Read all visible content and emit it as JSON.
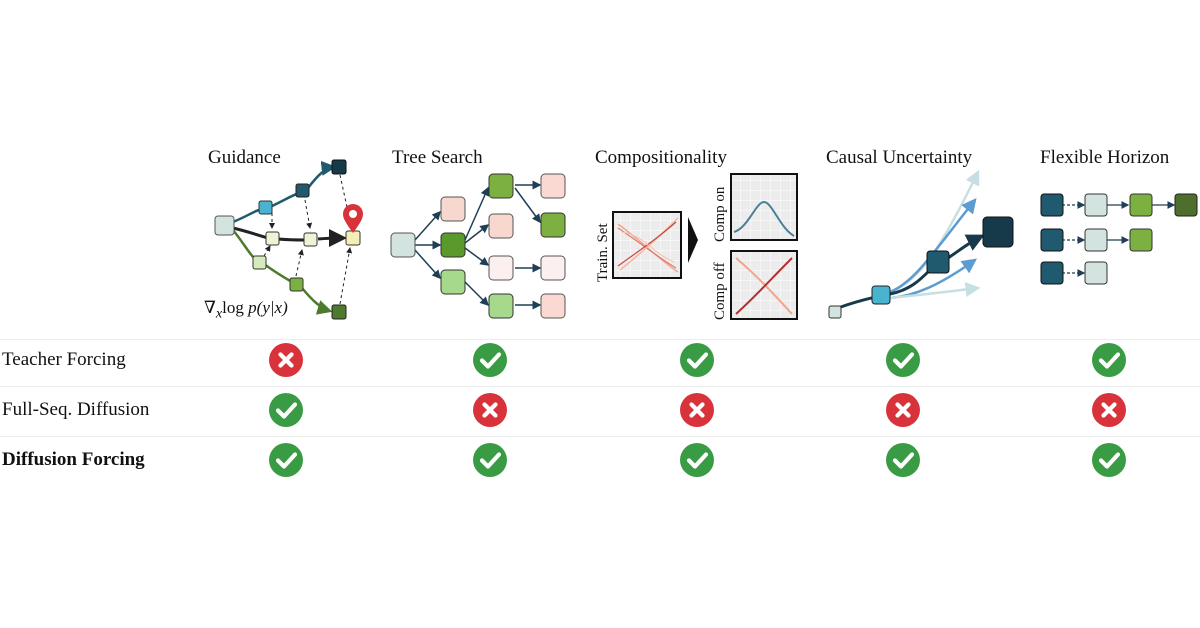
{
  "columns": [
    {
      "title": "Guidance"
    },
    {
      "title": "Tree Search"
    },
    {
      "title": "Compositionality"
    },
    {
      "title": "Causal Uncertainty"
    },
    {
      "title": "Flexible Horizon"
    }
  ],
  "guidance_formula": {
    "nabla": "∇",
    "sub": "x",
    "log": "log",
    "rest": " p(y|x)"
  },
  "compositionality_labels": {
    "train_set": "Train. Set",
    "comp_on": "Comp on",
    "comp_off": "Comp off"
  },
  "rows": [
    {
      "label": "Teacher Forcing",
      "bold": false,
      "marks": [
        false,
        true,
        true,
        true,
        true
      ]
    },
    {
      "label": "Full-Seq. Diffusion",
      "bold": false,
      "marks": [
        true,
        false,
        false,
        false,
        false
      ]
    },
    {
      "label": "Diffusion Forcing",
      "bold": true,
      "marks": [
        true,
        true,
        true,
        true,
        true
      ]
    }
  ],
  "colors": {
    "check": "#3a9b45",
    "cross": "#d8333b",
    "dark_teal": "#1f5a6e",
    "light_teal": "#4ab3cf",
    "green": "#7cb040",
    "pale": "#d3e3df"
  }
}
